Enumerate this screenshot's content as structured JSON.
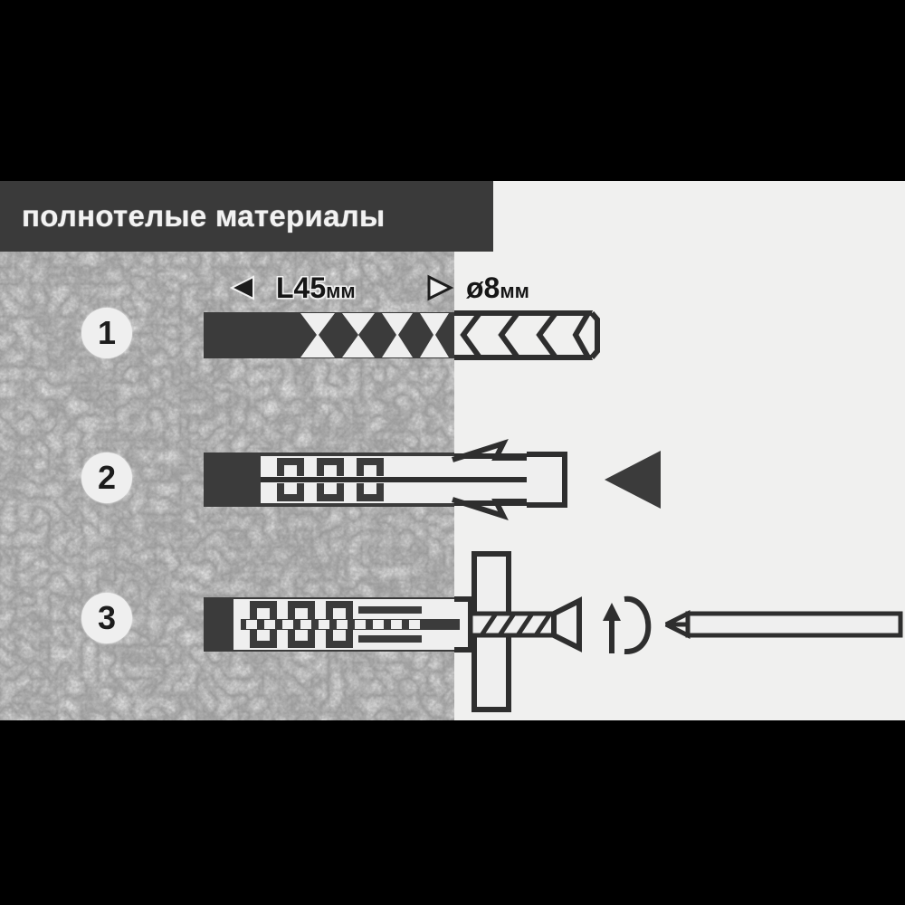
{
  "title": "полнотелые материалы",
  "colors": {
    "banner_bg": "#3a3a3a",
    "banner_text": "#f2f2f2",
    "canvas_bg": "#f0f0ef",
    "wall_base": "#b9b9b9",
    "ink": "#2e2e2e",
    "letterbox": "#000000"
  },
  "dimensions": {
    "length_label": "L45",
    "length_unit": "мм",
    "diameter_label": "ø8",
    "diameter_unit": "мм"
  },
  "steps": [
    {
      "number": "1",
      "name": "drill-hole",
      "tool": "masonry-drill-bit",
      "description": "drill bit entering wall"
    },
    {
      "number": "2",
      "name": "insert-dowel",
      "tool": "expansion-dowel",
      "description": "dowel pushed into drilled hole",
      "cue_icon": "left-arrow-triangle"
    },
    {
      "number": "3",
      "name": "drive-screw",
      "tool": "screw-and-screwdriver",
      "description": "screw driven through mounting plate into dowel",
      "cue_icon": "rotation-arrow"
    }
  ]
}
